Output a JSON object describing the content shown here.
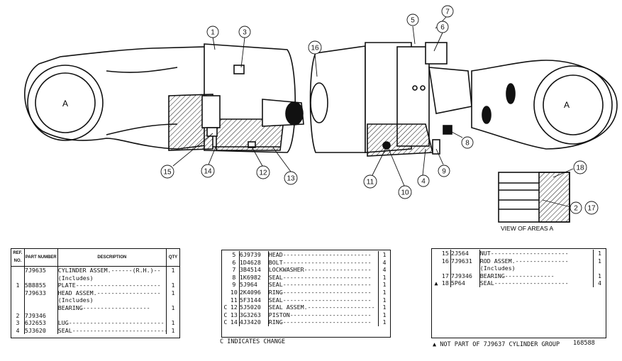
{
  "diagram": {
    "callouts": [
      {
        "n": "1"
      },
      {
        "n": "3"
      },
      {
        "n": "16"
      },
      {
        "n": "5"
      },
      {
        "n": "7"
      },
      {
        "n": "6"
      },
      {
        "n": "15"
      },
      {
        "n": "14"
      },
      {
        "n": "12"
      },
      {
        "n": "13"
      },
      {
        "n": "11"
      },
      {
        "n": "10"
      },
      {
        "n": "4"
      },
      {
        "n": "9"
      },
      {
        "n": "8"
      },
      {
        "n": "18"
      },
      {
        "n": "2"
      },
      {
        "n": "17"
      }
    ],
    "area_left_label": "A",
    "area_right_label": "A",
    "view_caption": "VIEW OF AREAS A"
  },
  "table1": {
    "headers": {
      "ref": "REF. NO.",
      "part": "PART NUMBER",
      "desc": "DESCRIPTION",
      "qty": "QTY"
    },
    "rows": [
      {
        "ref": "",
        "part": "7J9635",
        "desc": "CYLINDER ASSEM.------(R.H.)--",
        "qty": "1"
      },
      {
        "ref": "",
        "part": "",
        "desc": "      (Includes)",
        "qty": ""
      },
      {
        "ref": "1",
        "part": "5B8855",
        "desc": "  PLATE------------------------",
        "qty": "1"
      },
      {
        "ref": "",
        "part": "7J9633",
        "desc": "  HEAD ASSEM.------------------",
        "qty": "1"
      },
      {
        "ref": "",
        "part": "",
        "desc": "      (Includes)",
        "qty": ""
      },
      {
        "ref": "",
        "part": "",
        "desc": "     BEARING-------------------",
        "qty": "1"
      },
      {
        "ref": "2",
        "part": "7J9346",
        "desc": "",
        "qty": ""
      },
      {
        "ref": "3",
        "part": "6J2653",
        "desc": " LUG---------------------------",
        "qty": "1"
      },
      {
        "ref": "4",
        "part": "5J3620",
        "desc": "SEAL---------------------------",
        "qty": "1"
      }
    ]
  },
  "table2": {
    "rows": [
      {
        "mark": "",
        "ref": "5",
        "part": "6J9739",
        "desc": "HEAD-------------------------",
        "qty": "1"
      },
      {
        "mark": "",
        "ref": "6",
        "part": "1D4628",
        "desc": "BOLT-------------------------",
        "qty": "4"
      },
      {
        "mark": "",
        "ref": "7",
        "part": "3B4514",
        "desc": "LOCKWASHER-------------------",
        "qty": "4"
      },
      {
        "mark": "",
        "ref": "8",
        "part": "1K6982",
        "desc": "SEAL-------------------------",
        "qty": "1"
      },
      {
        "mark": "",
        "ref": "9",
        "part": "5J964",
        "desc": "SEAL-------------------------",
        "qty": "1"
      },
      {
        "mark": "",
        "ref": "10",
        "part": "2K4096",
        "desc": "RING-------------------------",
        "qty": "1"
      },
      {
        "mark": "",
        "ref": "11",
        "part": "5F3144",
        "desc": "SEAL-------------------------",
        "qty": "1"
      },
      {
        "mark": "C",
        "ref": "12",
        "part": "5J5020",
        "desc": "SEAL ASSEM.-------------------",
        "qty": "1"
      },
      {
        "mark": "C",
        "ref": "13",
        "part": "3G3263",
        "desc": "PISTON-----------------------",
        "qty": "1"
      },
      {
        "mark": "C",
        "ref": "14",
        "part": "4J3420",
        "desc": "RING-------------------------",
        "qty": "1"
      }
    ],
    "note": "C INDICATES CHANGE"
  },
  "table3": {
    "rows": [
      {
        "mark": "",
        "ref": "15",
        "part": "2J564",
        "desc": "NUT----------------------",
        "qty": "1"
      },
      {
        "mark": "",
        "ref": "16",
        "part": "7J9631",
        "desc": "ROD ASSEM.---------------",
        "qty": "1"
      },
      {
        "mark": "",
        "ref": "",
        "part": "",
        "desc": "     (Includes)",
        "qty": ""
      },
      {
        "mark": "",
        "ref": "17",
        "part": "7J9346",
        "desc": "     BEARING--------------",
        "qty": "1"
      },
      {
        "mark": "▲",
        "ref": "18",
        "part": "5P64",
        "desc": "SEAL---------------------",
        "qty": "4"
      }
    ],
    "note": "▲ NOT PART OF 7J9637 CYLINDER GROUP",
    "figure_number": "168588"
  }
}
